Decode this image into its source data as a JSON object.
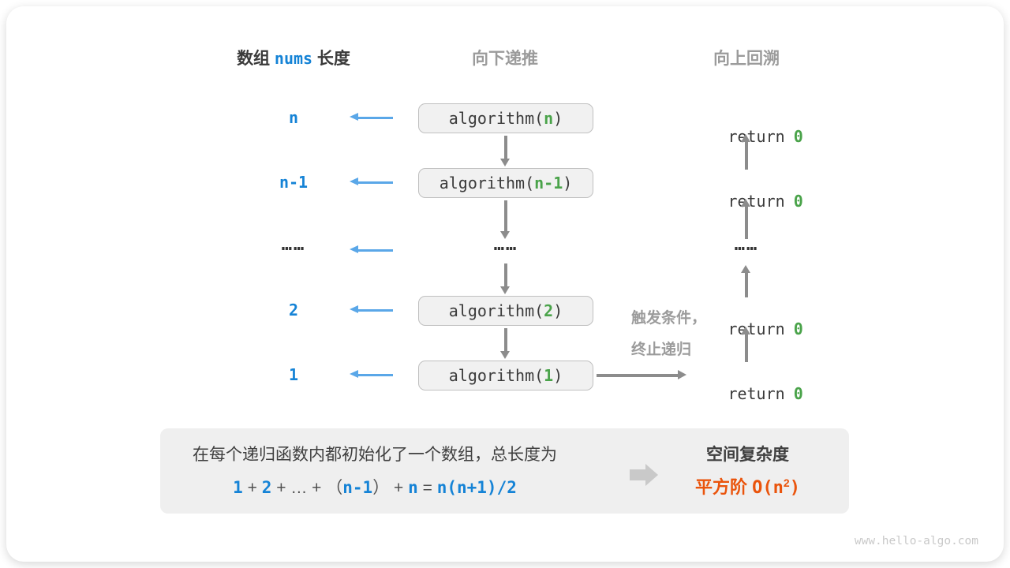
{
  "colors": {
    "blue": "#1583d6",
    "light-blue": "#5aa7e8",
    "green": "#4aa34a",
    "orange": "#ea540c",
    "dark": "#3a3a3a",
    "gray": "#9b9b9b",
    "arrow-gray": "#8c8c8c",
    "box-fill": "#f1f1f1",
    "box-border": "#c0c0c0",
    "panel-fill": "#efefef",
    "block-arrow": "#c9c9c9",
    "watermark": "#c9c9c9"
  },
  "headers": {
    "col1": {
      "prefix": "数组 ",
      "code": "nums",
      "suffix": " 长度"
    },
    "col2": "向下递推",
    "col3": "向上回溯"
  },
  "rows": [
    {
      "length": "n",
      "call_prefix": "algorithm(",
      "arg": "n",
      "call_suffix": ")",
      "ret_keyword": "return",
      "ret_value": "0"
    },
    {
      "length": "n-1",
      "call_prefix": "algorithm(",
      "arg": "n-1",
      "call_suffix": ")",
      "ret_keyword": "return",
      "ret_value": "0"
    },
    {
      "length": "2",
      "call_prefix": "algorithm(",
      "arg": "2",
      "call_suffix": ")",
      "ret_keyword": "return",
      "ret_value": "0"
    },
    {
      "length": "1",
      "call_prefix": "algorithm(",
      "arg": "1",
      "call_suffix": ")",
      "ret_keyword": "return",
      "ret_value": "0"
    }
  ],
  "ellipsis": "……",
  "trigger_note": {
    "line1": "触发条件，",
    "line2": "终止递归"
  },
  "summary": {
    "line1": "在每个递归函数内都初始化了一个数组，总长度为",
    "formula": [
      {
        "t": "1",
        "c": "blue"
      },
      {
        "t": " + ",
        "c": "dark"
      },
      {
        "t": "2",
        "c": "blue"
      },
      {
        "t": " + ",
        "c": "dark"
      },
      {
        "t": "…",
        "c": "dark"
      },
      {
        "t": " + ",
        "c": "dark"
      },
      {
        "t": "（",
        "c": "dark"
      },
      {
        "t": "n-1",
        "c": "blue"
      },
      {
        "t": "）",
        "c": "dark"
      },
      {
        "t": " + ",
        "c": "dark"
      },
      {
        "t": "n",
        "c": "blue"
      },
      {
        "t": " = ",
        "c": "dark"
      },
      {
        "t": "n(n+1)/2",
        "c": "blue"
      }
    ],
    "result_title": "空间复杂度",
    "result": {
      "prefix": "平方阶 ",
      "code_prefix": "O(n",
      "sup": "2",
      "suffix": ")"
    }
  },
  "watermark": "www.hello-algo.com"
}
